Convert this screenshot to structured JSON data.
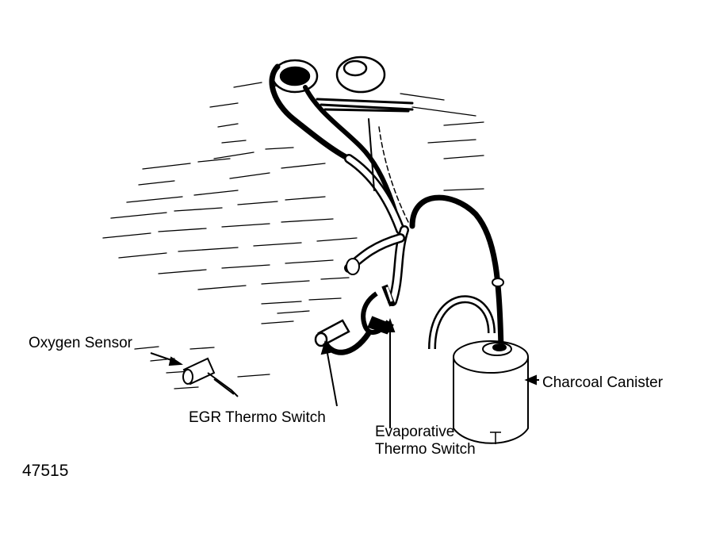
{
  "diagram": {
    "labels": {
      "oxygen_sensor": "Oxygen Sensor",
      "egr_thermo_switch": "EGR Thermo Switch",
      "evaporative_line1": "Evaporative",
      "evaporative_line2": "Thermo Switch",
      "charcoal_canister": "Charcoal Canister"
    },
    "figure_number": "47515"
  },
  "colors": {
    "ink": "#000000",
    "paper": "#ffffff"
  },
  "icons": [
    "oxygen-sensor-icon",
    "egr-thermo-switch-icon",
    "evaporative-thermo-switch-icon",
    "charcoal-canister-icon",
    "vacuum-modulator-icon"
  ]
}
